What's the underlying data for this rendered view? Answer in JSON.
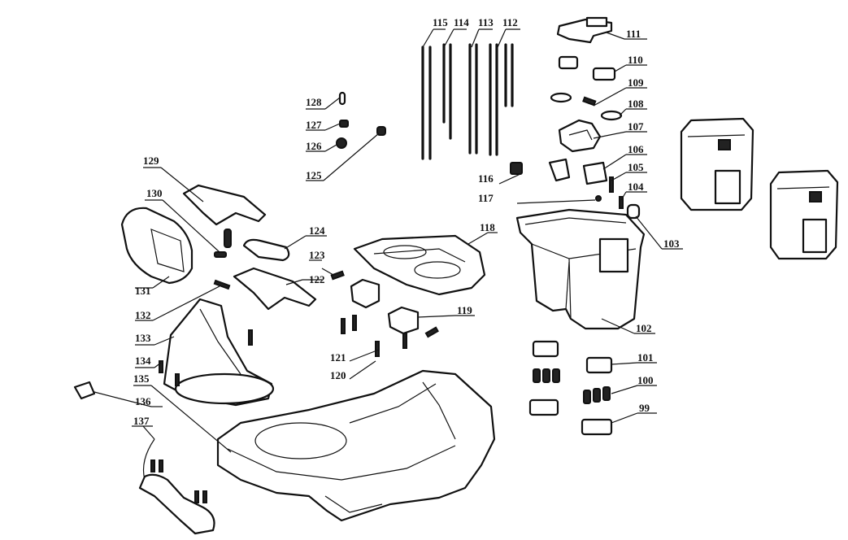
{
  "labels": [
    "99",
    "100",
    "101",
    "102",
    "103",
    "104",
    "105",
    "106",
    "107",
    "108",
    "109",
    "110",
    "111",
    "112",
    "113",
    "114",
    "115",
    "116",
    "117",
    "118",
    "119",
    "120",
    "121",
    "122",
    "123",
    "124",
    "125",
    "126",
    "127",
    "128",
    "129",
    "130",
    "131",
    "132",
    "133",
    "134",
    "135",
    "136",
    "137"
  ]
}
